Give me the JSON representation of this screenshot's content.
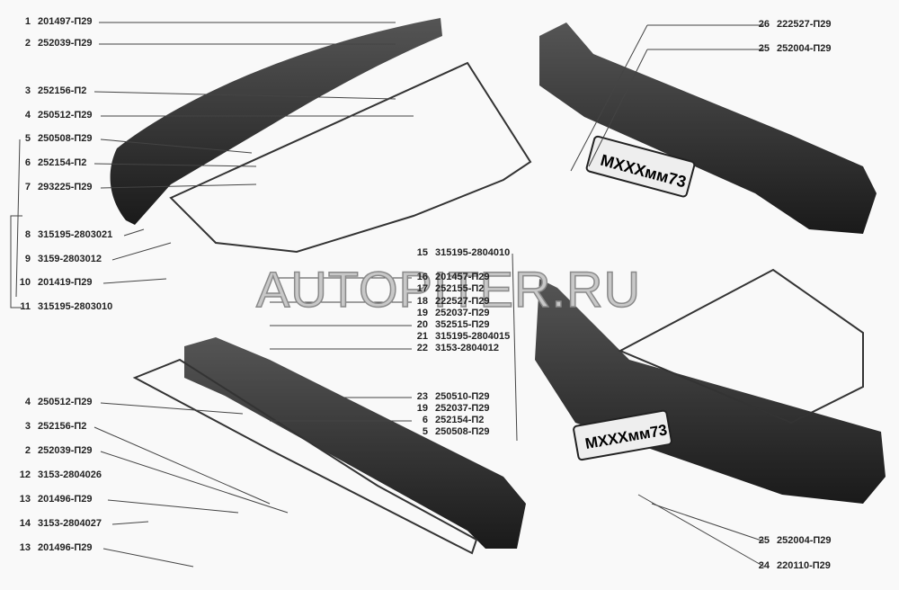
{
  "watermark": "AUTOPITER.RU",
  "plate_text": "МXXXмм73",
  "labels_left_top": [
    {
      "num": "1",
      "code": "201497-П29"
    },
    {
      "num": "2",
      "code": "252039-П29"
    },
    {
      "num": "3",
      "code": "252156-П2"
    },
    {
      "num": "4",
      "code": "250512-П29"
    },
    {
      "num": "5",
      "code": "250508-П29"
    },
    {
      "num": "6",
      "code": "252154-П2"
    },
    {
      "num": "7",
      "code": "293225-П29"
    },
    {
      "num": "8",
      "code": "315195-2803021"
    },
    {
      "num": "9",
      "code": "3159-2803012"
    },
    {
      "num": "10",
      "code": "201419-П29"
    },
    {
      "num": "11",
      "code": "315195-2803010"
    }
  ],
  "labels_left_bottom": [
    {
      "num": "4",
      "code": "250512-П29"
    },
    {
      "num": "3",
      "code": "252156-П2"
    },
    {
      "num": "2",
      "code": "252039-П29"
    },
    {
      "num": "12",
      "code": "3153-2804026"
    },
    {
      "num": "13",
      "code": "201496-П29"
    },
    {
      "num": "14",
      "code": "3153-2804027"
    },
    {
      "num": "13",
      "code": "201496-П29"
    }
  ],
  "labels_middle": [
    {
      "num": "15",
      "code": "315195-2804010"
    },
    {
      "num": "16",
      "code": "201457-П29"
    },
    {
      "num": "17",
      "code": "252155-П2"
    },
    {
      "num": "18",
      "code": "222527-П29"
    },
    {
      "num": "19",
      "code": "252037-П29"
    },
    {
      "num": "20",
      "code": "352515-П29"
    },
    {
      "num": "21",
      "code": "315195-2804015"
    },
    {
      "num": "22",
      "code": "3153-2804012"
    },
    {
      "num": "23",
      "code": "250510-П29"
    },
    {
      "num": "19",
      "code": "252037-П29"
    },
    {
      "num": "6",
      "code": "252154-П2"
    },
    {
      "num": "5",
      "code": "250508-П29"
    }
  ],
  "labels_right": [
    {
      "num": "26",
      "code": "222527-П29"
    },
    {
      "num": "25",
      "code": "252004-П29"
    },
    {
      "num": "25",
      "code": "252004-П29"
    },
    {
      "num": "24",
      "code": "220110-П29"
    }
  ]
}
